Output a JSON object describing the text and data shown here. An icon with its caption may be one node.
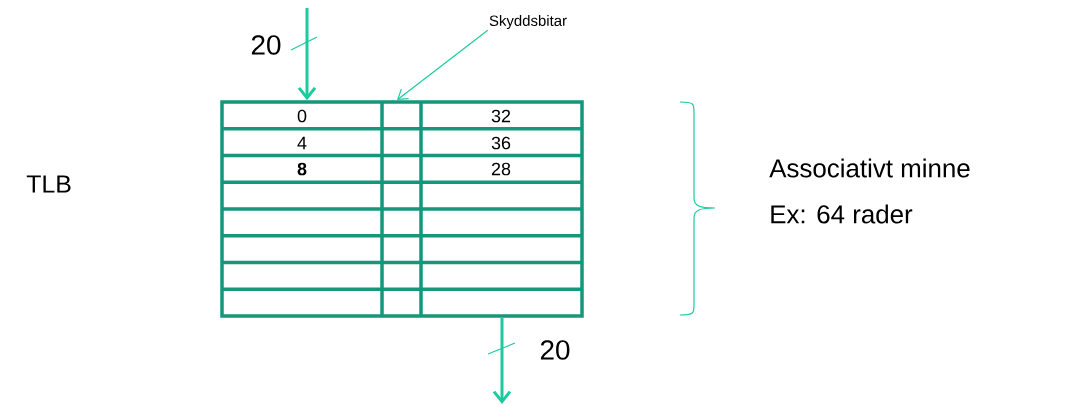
{
  "diagram": {
    "nodes": [
      {
        "text": [],
        "shape": "box"
      },
      {
        "text": [
          "Skyddsbitar"
        ]
      }
    ],
    "edges": [
      {
        "from": null,
        "to": 0,
        "arrow": "to",
        "label": "20"
      },
      {
        "from": 0,
        "to": null,
        "arrow": "to",
        "label": "20"
      },
      {
        "from": 1,
        "to": 0,
        "arrow": "to"
      }
    ],
    "labels": [
      "0",
      "32",
      "4",
      "36",
      "8",
      "28",
      "TLB",
      "Associativt minne",
      "Ex: 64 rader"
    ]
  }
}
